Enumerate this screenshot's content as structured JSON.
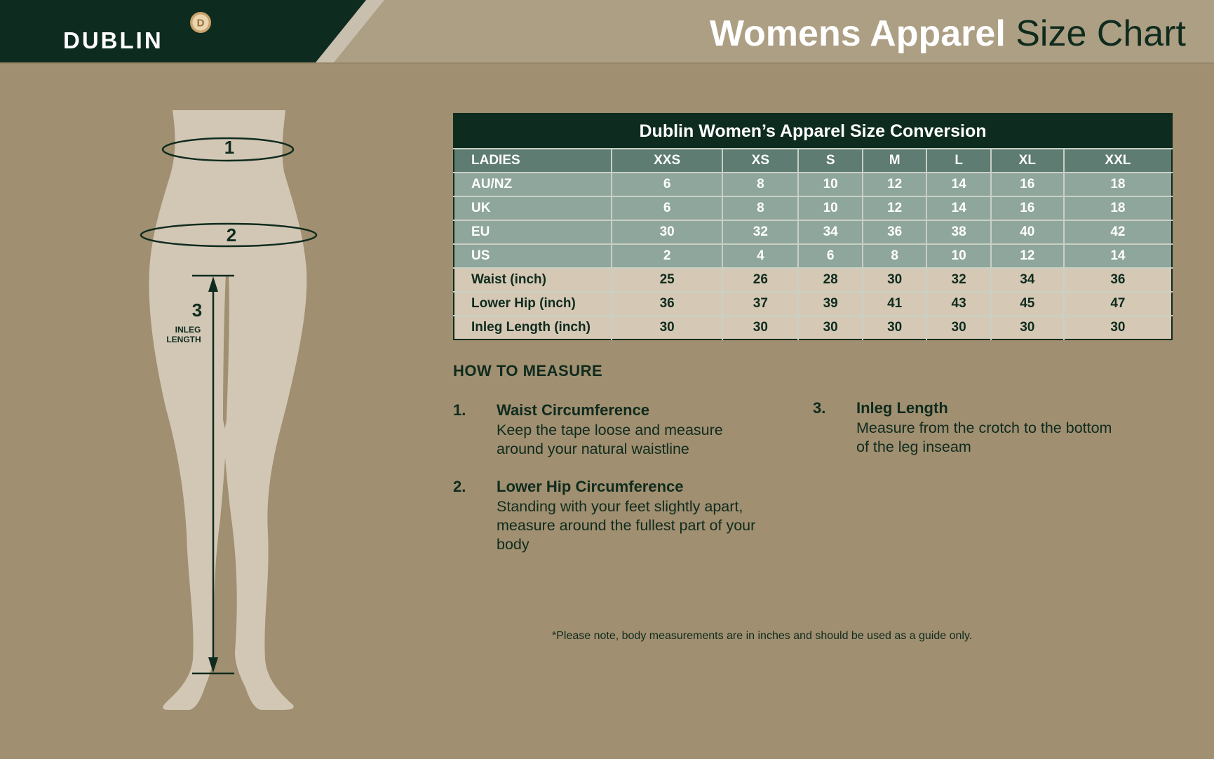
{
  "brand": {
    "name": "DUBLIN",
    "mark_letter": "D"
  },
  "title": {
    "bold": "Womens Apparel",
    "light": "Size Chart"
  },
  "figure": {
    "labels": {
      "waist": "1",
      "hip": "2",
      "inleg": "3",
      "inleg_text_1": "INLEG",
      "inleg_text_2": "LENGTH"
    }
  },
  "table": {
    "caption": "Dublin Women’s Apparel Size Conversion",
    "header": [
      "LADIES",
      "XXS",
      "XS",
      "S",
      "M",
      "L",
      "XL",
      "XXL"
    ],
    "rows": [
      {
        "label": "AU/NZ",
        "values": [
          "6",
          "8",
          "10",
          "12",
          "14",
          "16",
          "18"
        ]
      },
      {
        "label": "UK",
        "values": [
          "6",
          "8",
          "10",
          "12",
          "14",
          "16",
          "18"
        ]
      },
      {
        "label": "EU",
        "values": [
          "30",
          "32",
          "34",
          "36",
          "38",
          "40",
          "42"
        ]
      },
      {
        "label": "US",
        "values": [
          "2",
          "4",
          "6",
          "8",
          "10",
          "12",
          "14"
        ]
      },
      {
        "label": "Waist (inch)",
        "values": [
          "25",
          "26",
          "28",
          "30",
          "32",
          "34",
          "36"
        ]
      },
      {
        "label": "Lower Hip (inch)",
        "values": [
          "36",
          "37",
          "39",
          "41",
          "43",
          "45",
          "47"
        ]
      },
      {
        "label": "Inleg Length (inch)",
        "values": [
          "30",
          "30",
          "30",
          "30",
          "30",
          "30",
          "30"
        ]
      }
    ]
  },
  "how_to": {
    "title": "HOW TO MEASURE",
    "steps": [
      {
        "num": "1.",
        "title": "Waist Circumference",
        "desc": "Keep the tape loose and measure around your natural waistline"
      },
      {
        "num": "2.",
        "title": "Lower Hip Circumference",
        "desc": "Standing with your feet slightly apart, measure around the fullest part of your body"
      },
      {
        "num": "3.",
        "title": "Inleg Length",
        "desc": "Measure from the crotch to the bottom of the leg inseam"
      }
    ]
  },
  "note": "*Please note, body measurements are in inches and should be used as a guide only.",
  "colors": {
    "background": "#a08f70",
    "header": "#ad9f84",
    "dark_green": "#0e2b1f",
    "mid_green": "#5e7c71",
    "light_green": "#8fa69c",
    "beige_row": "#d5c9b5",
    "figure": "#d2c7b5"
  }
}
